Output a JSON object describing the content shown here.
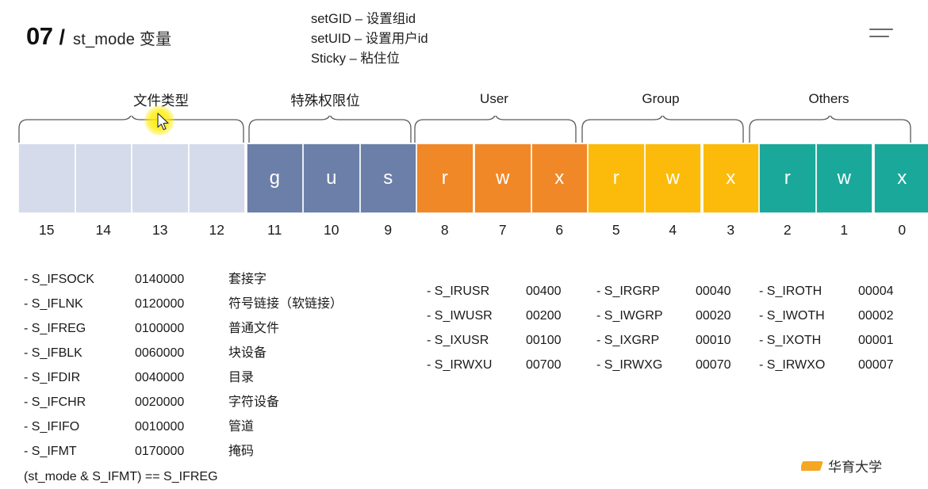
{
  "header": {
    "slide_number": "07",
    "separator": "/",
    "title": "st_mode 变量",
    "notes": [
      "setGID – 设置组id",
      "setUID – 设置用户id",
      "Sticky – 粘住位"
    ],
    "menu_icon": "hamburger-menu-icon"
  },
  "groups": [
    {
      "label": "文件类型",
      "bits": [
        "15",
        "14",
        "13",
        "12"
      ]
    },
    {
      "label": "特殊权限位",
      "bits": [
        "11",
        "10",
        "9"
      ]
    },
    {
      "label": "User",
      "bits": [
        "8",
        "7",
        "6"
      ]
    },
    {
      "label": "Group",
      "bits": [
        "5",
        "4",
        "3"
      ]
    },
    {
      "label": "Others",
      "bits": [
        "2",
        "1",
        "0"
      ]
    }
  ],
  "bits": [
    {
      "number": "15",
      "letter": "",
      "color": "#d6dbeb"
    },
    {
      "number": "14",
      "letter": "",
      "color": "#d6dbeb"
    },
    {
      "number": "13",
      "letter": "",
      "color": "#d6dbeb"
    },
    {
      "number": "12",
      "letter": "",
      "color": "#d6dbeb"
    },
    {
      "number": "11",
      "letter": "g",
      "color": "#6b7fa8"
    },
    {
      "number": "10",
      "letter": "u",
      "color": "#6b7fa8"
    },
    {
      "number": "9",
      "letter": "s",
      "color": "#6b7fa8"
    },
    {
      "number": "8",
      "letter": "r",
      "color": "#f08828"
    },
    {
      "number": "7",
      "letter": "w",
      "color": "#f08828"
    },
    {
      "number": "6",
      "letter": "x",
      "color": "#f08828"
    },
    {
      "number": "5",
      "letter": "r",
      "color": "#fcbb0a"
    },
    {
      "number": "4",
      "letter": "w",
      "color": "#fcbb0a"
    },
    {
      "number": "3",
      "letter": "x",
      "color": "#fcbb0a"
    },
    {
      "number": "2",
      "letter": "r",
      "color": "#1aa89a"
    },
    {
      "number": "1",
      "letter": "w",
      "color": "#1aa89a"
    },
    {
      "number": "0",
      "letter": "x",
      "color": "#1aa89a"
    }
  ],
  "filetype_table": {
    "rows": [
      {
        "name": "- S_IFSOCK",
        "value": "0140000",
        "desc": "套接字"
      },
      {
        "name": "- S_IFLNK",
        "value": "0120000",
        "desc": "符号链接（软链接）"
      },
      {
        "name": "- S_IFREG",
        "value": "0100000",
        "desc": "普通文件"
      },
      {
        "name": "- S_IFBLK",
        "value": "0060000",
        "desc": "块设备"
      },
      {
        "name": "- S_IFDIR",
        "value": "0040000",
        "desc": "目录"
      },
      {
        "name": "- S_IFCHR",
        "value": "0020000",
        "desc": "字符设备"
      },
      {
        "name": "- S_IFIFO",
        "value": "0010000",
        "desc": "管道"
      },
      {
        "name": "- S_IFMT",
        "value": "0170000",
        "desc": "掩码"
      }
    ],
    "expression": "(st_mode & S_IFMT) ==  S_IFREG"
  },
  "user_table": {
    "rows": [
      {
        "name": "- S_IRUSR",
        "value": "00400"
      },
      {
        "name": "- S_IWUSR",
        "value": "00200"
      },
      {
        "name": "- S_IXUSR",
        "value": "00100"
      },
      {
        "name": "- S_IRWXU",
        "value": "00700"
      }
    ]
  },
  "group_table": {
    "rows": [
      {
        "name": "- S_IRGRP",
        "value": "00040"
      },
      {
        "name": "- S_IWGRP",
        "value": "00020"
      },
      {
        "name": "- S_IXGRP",
        "value": "00010"
      },
      {
        "name": "- S_IRWXG",
        "value": "00070"
      }
    ]
  },
  "others_table": {
    "rows": [
      {
        "name": "- S_IROTH",
        "value": "00004"
      },
      {
        "name": "- S_IWOTH",
        "value": "00002"
      },
      {
        "name": "- S_IXOTH",
        "value": "00001"
      },
      {
        "name": "- S_IRWXO",
        "value": "00007"
      }
    ]
  },
  "watermark": {
    "text": "华育大学"
  },
  "colors": {
    "filetype": "#d6dbeb",
    "special": "#6b7fa8",
    "user": "#f08828",
    "group": "#fcbb0a",
    "others": "#1aa89a",
    "highlight": "#ffed00"
  }
}
